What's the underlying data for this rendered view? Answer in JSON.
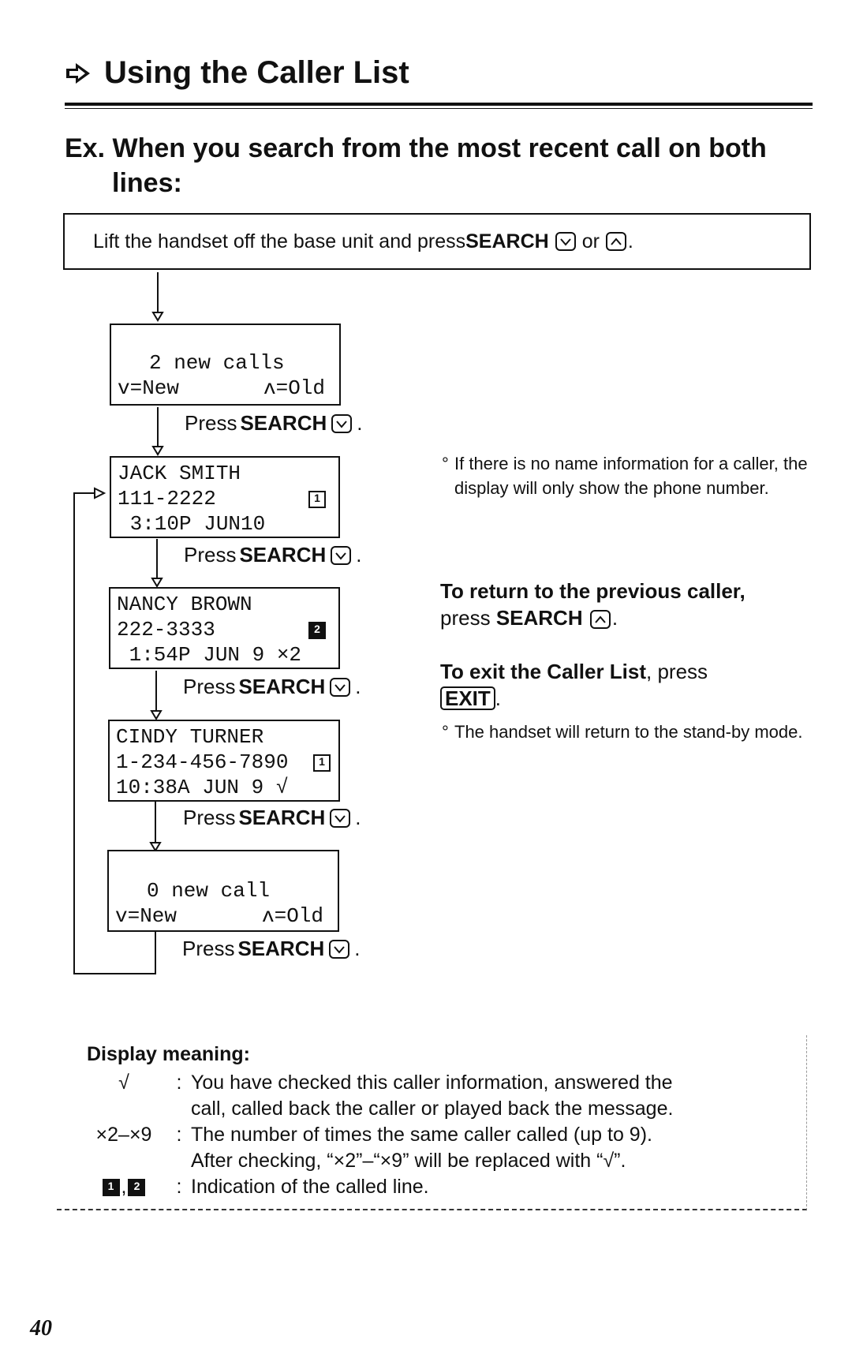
{
  "page": {
    "title": "Using the Caller List",
    "heading": "Ex. When you search from the most recent call on both",
    "heading_cont": "lines:",
    "page_number": "40"
  },
  "instruction": {
    "text": "Lift the handset off the base unit and press ",
    "key_label": "SEARCH",
    "or": "or",
    "end": "."
  },
  "screens": [
    {
      "line1": "2 new calls",
      "line2a": "v=New",
      "line2b": "ʌ=Old"
    },
    {
      "line1": "JACK SMITH",
      "line2": "111-2222",
      "line3": " 3:10P JUN10",
      "icon": "1"
    },
    {
      "line1": "NANCY BROWN",
      "line2": "222-3333",
      "line3": " 1:54P JUN 9 ×2",
      "icon": "2"
    },
    {
      "line1": "CINDY TURNER",
      "line2": "1-234-456-7890",
      "line3": "10:38A JUN 9 √",
      "icon": "1"
    },
    {
      "line1": "0 new call",
      "line2a": "v=New",
      "line2b": "ʌ=Old"
    }
  ],
  "step": {
    "press": "Press",
    "key": "SEARCH",
    "end": "."
  },
  "side": {
    "bullet1": "If there is no name information for a caller, the display will only show the phone number.",
    "return_bold": "To return to the previous caller,",
    "return_rest": "press",
    "return_key": "SEARCH",
    "exit_bold": "To exit the Caller List",
    "exit_rest": ", press",
    "exit_key": "EXIT",
    "bullet2": "The handset will return to the stand-by mode."
  },
  "display_meaning": {
    "title": "Display meaning:",
    "rows": [
      {
        "symbol": "√",
        "text": "You have checked this caller information, answered the"
      },
      {
        "symbol": "",
        "text": "call, called back the caller or played back the message."
      },
      {
        "symbol": "×2–×9",
        "text": "The number of times the same caller called (up to 9)."
      },
      {
        "symbol": "",
        "text": "After checking, “×2”–“×9” will be replaced with “√”."
      },
      {
        "symbol": "",
        "text": "Indication of the called line."
      }
    ],
    "line_icon_1": "1",
    "line_icon_2": "2",
    "comma": ","
  }
}
